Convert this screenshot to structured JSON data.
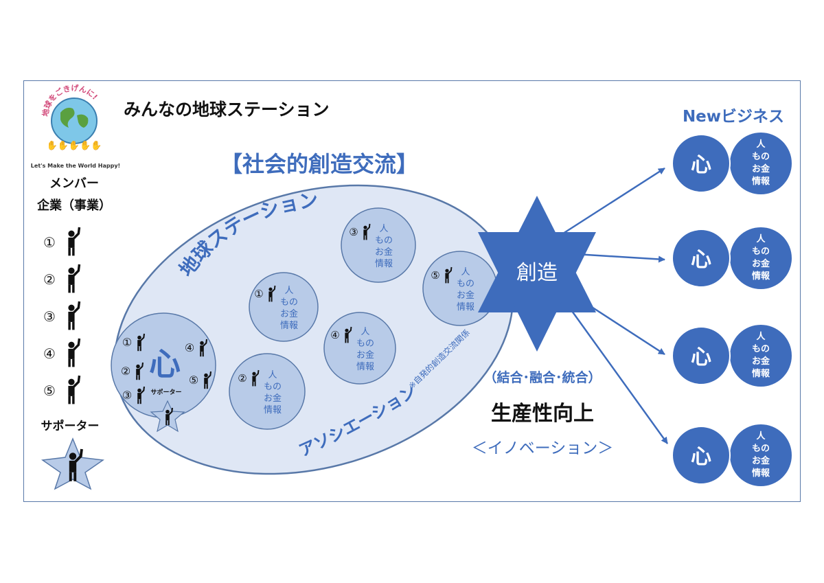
{
  "logo": {
    "arc_text": "地球をごきげんに!",
    "tagline": "Let's Make the World Happy!"
  },
  "title": "みんなの地球ステーション",
  "left_panel": {
    "heading1": "メンバー",
    "heading2": "企業（事業）",
    "members": [
      "①",
      "②",
      "③",
      "④",
      "⑤"
    ],
    "supporter_label": "サポーター"
  },
  "center": {
    "heading": "【社会的創造交流】",
    "ellipse_label": "地球ステーション",
    "association_label": "アソシエーション",
    "association_note": "※自発的創造交流関係",
    "heart_circle": {
      "heart": "心",
      "members": [
        "①",
        "②",
        "③",
        "④",
        "⑤"
      ],
      "supporter_label": "サポーター"
    },
    "resource_lines": [
      "人",
      "もの",
      "お金",
      "情報"
    ],
    "company_circles": [
      "①",
      "②",
      "③",
      "④",
      "⑤"
    ]
  },
  "star": {
    "label": "創造"
  },
  "results": {
    "union_label": "（結合･融合･統合）",
    "productivity": "生産性向上",
    "innovation": "＜イノベーション＞"
  },
  "right_panel": {
    "heading": "Newビジネス",
    "heart": "心",
    "resource_lines": [
      "人",
      "もの",
      "お金",
      "情報"
    ],
    "business_count": 4
  },
  "colors": {
    "primary": "#3e6cbc",
    "ellipse_fill": "#dfe7f5",
    "circle_fill": "#b8cbe8",
    "border": "#5878a8"
  }
}
